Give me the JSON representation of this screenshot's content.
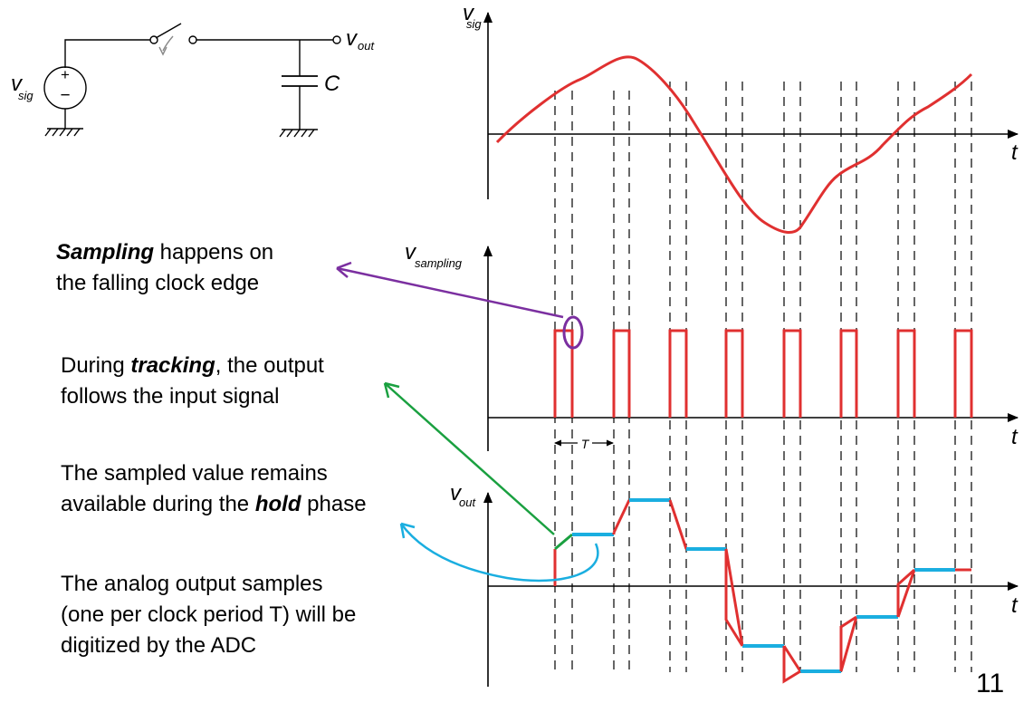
{
  "circuit": {
    "source_label": "v",
    "source_sub": "sig",
    "plus": "+",
    "minus": "−",
    "cap_label": "C",
    "out_label": "v",
    "out_sub": "out"
  },
  "plots": {
    "vsig": {
      "label": "v",
      "sub": "sig",
      "x_label": "t"
    },
    "vsampling": {
      "label": "v",
      "sub": "sampling",
      "x_label": "t",
      "period_label": "T"
    },
    "vout": {
      "label": "v",
      "sub": "out",
      "x_label": "t"
    }
  },
  "annotations": {
    "sampling": {
      "em": "Sampling",
      "rest1": " happens on",
      "line2": "the falling clock edge"
    },
    "tracking": {
      "pre": "During ",
      "em": "tracking",
      "post": ", the output",
      "line2": "follows the input signal"
    },
    "hold": {
      "line1": "The sampled value remains",
      "pre": "available during the ",
      "em": "hold",
      "post": " phase"
    },
    "output": {
      "line1": "The analog output samples",
      "line2": "(one per clock period T) will be",
      "line3": "digitized by the ADC"
    }
  },
  "page_number": "11",
  "colors": {
    "signal": "#e03030",
    "hold": "#1aaee0",
    "track": "#1aa040",
    "sampling_arrow": "#7b2fa0",
    "tracking_arrow": "#1aa040",
    "hold_arrow": "#1aaee0"
  }
}
